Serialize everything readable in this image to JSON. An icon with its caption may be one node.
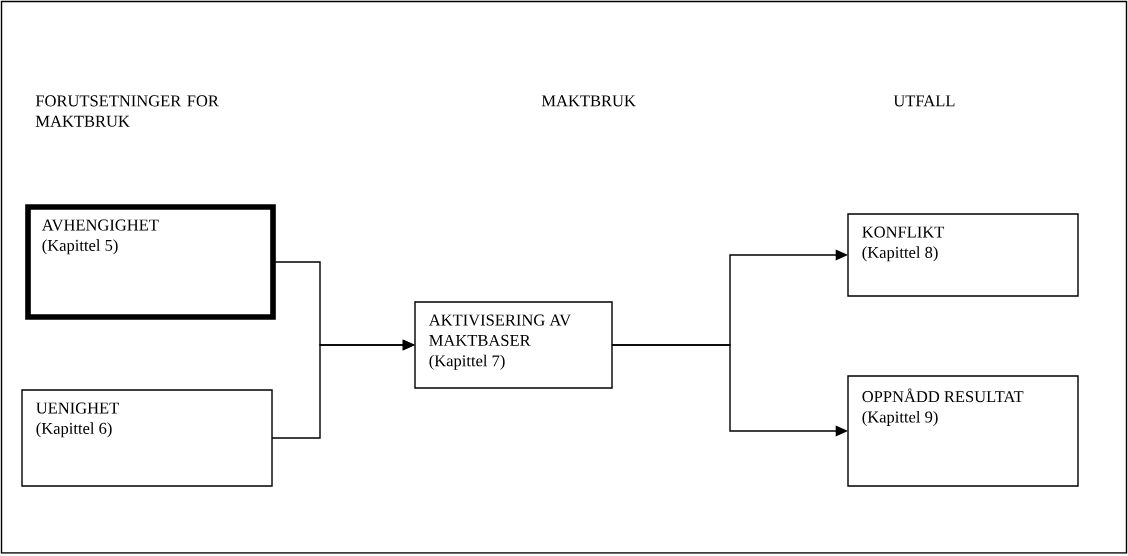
{
  "diagram": {
    "nodes": [
      {
        "text": [
          "AVHENGIGHET",
          "(Kapittel 5)"
        ]
      },
      {
        "text": [
          "UENIGHET",
          "(Kapittel 6)"
        ]
      },
      {
        "text": [
          "AKTIVISERING AV MAKTBASER",
          "(Kapittel 7)"
        ]
      },
      {
        "text": [
          "KONFLIKT",
          "(Kapittel 8)"
        ]
      },
      {
        "text": [
          "OPPNÅDD RESULTAT",
          "(Kapittel 9)"
        ]
      }
    ],
    "edges": [
      {
        "from": 0,
        "to": 2,
        "arrow": "to"
      },
      {
        "from": 1,
        "to": 2,
        "arrow": "to"
      },
      {
        "from": 2,
        "to": 3,
        "arrow": "to"
      },
      {
        "from": 2,
        "to": 4,
        "arrow": "to"
      }
    ],
    "labels": [
      "FORUTSETNINGER FOR MAKTBRUK",
      "MAKTBRUK",
      "UTFALL"
    ]
  }
}
